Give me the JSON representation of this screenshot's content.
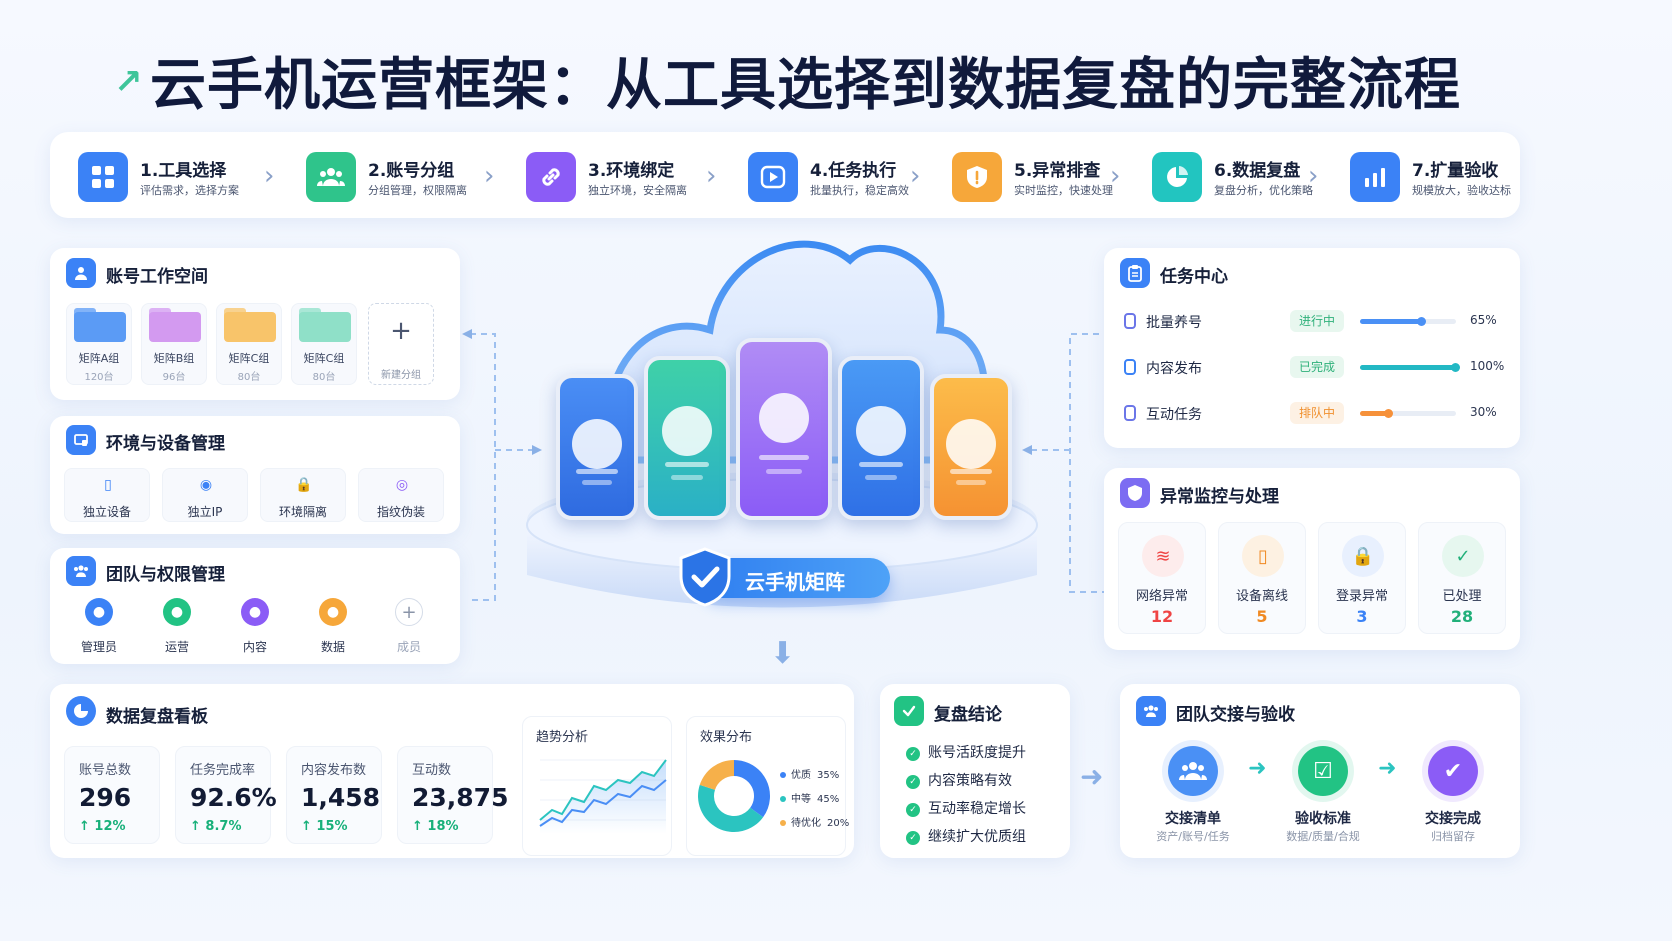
{
  "title": "云手机运营框架：从工具选择到数据复盘的完整流程",
  "steps": [
    {
      "title": "1.工具选择",
      "sub": "评估需求，选择方案",
      "color": "#3b82f6",
      "icon": "grid-icon"
    },
    {
      "title": "2.账号分组",
      "sub": "分组管理，权限隔离",
      "color": "#2fc48b",
      "icon": "users-icon"
    },
    {
      "title": "3.环境绑定",
      "sub": "独立环境，安全隔离",
      "color": "#8b5cf6",
      "icon": "link-icon"
    },
    {
      "title": "4.任务执行",
      "sub": "批量执行，稳定高效",
      "color": "#3b82f6",
      "icon": "play-icon"
    },
    {
      "title": "5.异常排查",
      "sub": "实时监控，快速处理",
      "color": "#f6a73a",
      "icon": "shield-icon"
    },
    {
      "title": "6.数据复盘",
      "sub": "复盘分析，优化策略",
      "color": "#22c5c0",
      "icon": "pie-icon"
    },
    {
      "title": "7.扩量验收",
      "sub": "规模放大，验收达标",
      "color": "#3b82f6",
      "icon": "bar-chart-icon"
    }
  ],
  "workspace": {
    "title": "账号工作空间",
    "folders": [
      {
        "name": "矩阵A组",
        "count": "120台",
        "color": "#5b9bf5"
      },
      {
        "name": "矩阵B组",
        "count": "96台",
        "color": "#d39af0"
      },
      {
        "name": "矩阵C组",
        "count": "80台",
        "color": "#f8c46a"
      },
      {
        "name": "矩阵C组",
        "count": "80台",
        "color": "#8fe0c8"
      }
    ],
    "add_label": "新建分组"
  },
  "env": {
    "title": "环境与设备管理",
    "items": [
      {
        "name": "独立设备",
        "icon": "phone-icon"
      },
      {
        "name": "独立IP",
        "icon": "location-icon"
      },
      {
        "name": "环境隔离",
        "icon": "lock-icon"
      },
      {
        "name": "指纹伪装",
        "icon": "fingerprint-icon"
      }
    ]
  },
  "team": {
    "title": "团队与权限管理",
    "roles": [
      {
        "name": "管理员",
        "color": "#3b82f6"
      },
      {
        "name": "运营",
        "color": "#22c384"
      },
      {
        "name": "内容",
        "color": "#8b5cf6"
      },
      {
        "name": "数据",
        "color": "#f6a73a"
      }
    ],
    "add_label": "成员"
  },
  "center": {
    "label": "云手机矩阵"
  },
  "tasks": {
    "title": "任务中心",
    "rows": [
      {
        "name": "批量养号",
        "status": "进行中",
        "progress": 0.65,
        "pct": "65%",
        "color": "#4a90f5",
        "badge_bg": "#e8f7ef",
        "badge_fg": "#2fb17a"
      },
      {
        "name": "内容发布",
        "status": "已完成",
        "progress": 1.0,
        "pct": "100%",
        "color": "#22b8c4",
        "badge_bg": "#e8f7ef",
        "badge_fg": "#2fb17a"
      },
      {
        "name": "互动任务",
        "status": "排队中",
        "progress": 0.3,
        "pct": "30%",
        "color": "#f6913a",
        "badge_bg": "#fdf1e4",
        "badge_fg": "#f0902e"
      }
    ]
  },
  "monitor": {
    "title": "异常监控与处理",
    "items": [
      {
        "name": "网络异常",
        "value": "12",
        "color": "#ef4444",
        "bg": "#fdecec",
        "icon": "wifi-icon"
      },
      {
        "name": "设备离线",
        "value": "5",
        "color": "#f08a24",
        "bg": "#fdf1e2",
        "icon": "phone-icon"
      },
      {
        "name": "登录异常",
        "value": "3",
        "color": "#3b82f6",
        "bg": "#e8f0fe",
        "icon": "lock-icon"
      },
      {
        "name": "已处理",
        "value": "28",
        "color": "#22b07a",
        "bg": "#e6f7ef",
        "icon": "shield-check-icon"
      }
    ]
  },
  "dashboard": {
    "title": "数据复盘看板",
    "stats": [
      {
        "name": "账号总数",
        "value": "296",
        "delta": "↑ 12%"
      },
      {
        "name": "任务完成率",
        "value": "92.6%",
        "delta": "↑ 8.7%"
      },
      {
        "name": "内容发布数",
        "value": "1,458",
        "delta": "↑ 15%"
      },
      {
        "name": "互动数",
        "value": "23,875",
        "delta": "↑ 18%"
      }
    ],
    "trend_title": "趋势分析",
    "dist_title": "效果分布",
    "dist": [
      {
        "name": "优质",
        "pct": "35%",
        "value": 35,
        "color": "#3b82f6"
      },
      {
        "name": "中等",
        "pct": "45%",
        "value": 45,
        "color": "#2bc4c0"
      },
      {
        "name": "待优化",
        "pct": "20%",
        "value": 20,
        "color": "#f6b04a"
      }
    ]
  },
  "conclusion": {
    "title": "复盘结论",
    "items": [
      "账号活跃度提升",
      "内容策略有效",
      "互动率稳定增长",
      "继续扩大优质组"
    ]
  },
  "handover": {
    "title": "团队交接与验收",
    "items": [
      {
        "name": "交接清单",
        "sub": "资产/账号/任务",
        "color": "#4a90f5",
        "icon": "users-icon"
      },
      {
        "name": "验收标准",
        "sub": "数据/质量/合规",
        "color": "#22c384",
        "icon": "checklist-icon"
      },
      {
        "name": "交接完成",
        "sub": "归档留存",
        "color": "#8b5cf6",
        "icon": "user-check-icon"
      }
    ]
  }
}
